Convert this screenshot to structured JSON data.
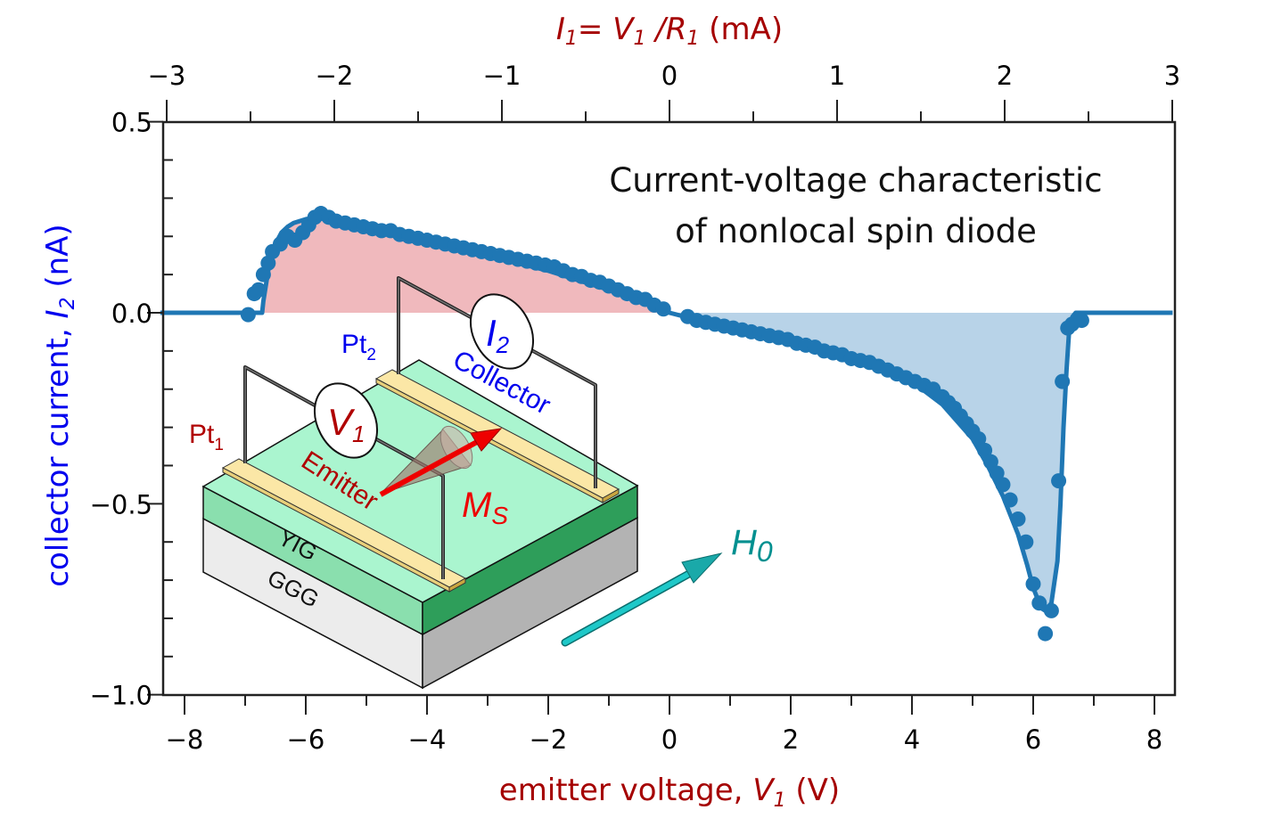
{
  "chart_data": {
    "type": "scatter",
    "title": [
      "Current-voltage characteristic",
      "of nonlocal spin diode"
    ],
    "xlabel": "emitter voltage, V1 (V)",
    "xlabel_parts": {
      "prefix": "emitter voltage, ",
      "var": "V",
      "sub": "1",
      "suffix": " (V)"
    },
    "ylabel": "collector current, I2 (nA)",
    "ylabel_parts": {
      "prefix": "collector current, ",
      "var": "I",
      "sub": "2",
      "suffix": " (nA)"
    },
    "top_xlabel": "I1= V1 /R1 (mA)",
    "top_xlabel_parts": {
      "v1": "I",
      "s1": "1",
      "eq": "= ",
      "v2": "V",
      "s2": "1",
      "slash": " /",
      "v3": "R",
      "s3": "1",
      "suffix": " (mA)"
    },
    "xlim": [
      -8.4,
      8.3
    ],
    "ylim": [
      -1.0,
      0.5
    ],
    "top_xlim": [
      -3.0,
      3.0
    ],
    "x_ticks": [
      -8,
      -6,
      -4,
      -2,
      0,
      2,
      4,
      6,
      8
    ],
    "x_tick_labels": [
      "−8",
      "−6",
      "−4",
      "−2",
      "0",
      "2",
      "4",
      "6",
      "8"
    ],
    "x_minor_ticks": [
      -7,
      -5,
      -3,
      -1,
      1,
      3,
      5,
      7
    ],
    "y_ticks": [
      0.5,
      0.0,
      -0.5,
      -1.0
    ],
    "y_tick_labels": [
      "0.5",
      "0.0",
      "−0.5",
      "−1.0"
    ],
    "y_minor_ticks": [
      0.4,
      0.3,
      0.2,
      0.1,
      -0.1,
      -0.2,
      -0.3,
      -0.4,
      -0.6,
      -0.7,
      -0.8,
      -0.9
    ],
    "top_ticks": [
      -3,
      -2,
      -1,
      0,
      1,
      2,
      3
    ],
    "top_tick_labels": [
      "−3",
      "−2",
      "−1",
      "0",
      "1",
      "2",
      "3"
    ],
    "top_minor_ticks": [
      -2.5,
      -1.5,
      -0.5,
      0.5,
      1.5,
      2.5
    ],
    "grid": false,
    "colors": {
      "data": "#1f77b4",
      "fill_positive": "#f0b9bd",
      "fill_negative": "#b8d3e8",
      "x_label": "#a50000",
      "y_label": "#0000ee"
    },
    "fit_curve": {
      "x": [
        -8.4,
        -6.72,
        -6.7,
        -6.65,
        -6.6,
        -6.5,
        -6.4,
        -6.3,
        -6.2,
        -6.1,
        -6.0,
        -5.9,
        -5.8,
        -5.5,
        -5.0,
        -4.5,
        -4.0,
        -3.5,
        -3.0,
        -2.5,
        -2.0,
        -1.5,
        -1.0,
        -0.5,
        0.0,
        0.5,
        1.0,
        1.5,
        2.0,
        2.5,
        3.0,
        3.5,
        4.0,
        4.5,
        5.0,
        5.25,
        5.5,
        5.75,
        5.9,
        6.0,
        6.1,
        6.15,
        6.2,
        6.3,
        6.4,
        6.45,
        6.5,
        6.55,
        6.6,
        6.65,
        6.7,
        8.3
      ],
      "y": [
        0.0,
        0.0,
        0.03,
        0.08,
        0.13,
        0.18,
        0.21,
        0.225,
        0.235,
        0.24,
        0.245,
        0.248,
        0.25,
        0.235,
        0.215,
        0.2,
        0.185,
        0.168,
        0.15,
        0.13,
        0.11,
        0.085,
        0.06,
        0.03,
        0.0,
        -0.02,
        -0.04,
        -0.055,
        -0.07,
        -0.09,
        -0.11,
        -0.14,
        -0.18,
        -0.24,
        -0.33,
        -0.4,
        -0.48,
        -0.58,
        -0.66,
        -0.72,
        -0.76,
        -0.775,
        -0.78,
        -0.76,
        -0.65,
        -0.5,
        -0.3,
        -0.15,
        -0.03,
        -0.01,
        0.0,
        0.0
      ]
    },
    "points": {
      "x": [
        -6.95,
        -6.85,
        -6.78,
        -6.7,
        -6.62,
        -6.55,
        -6.42,
        -6.3,
        -6.18,
        -6.05,
        -5.95,
        -5.85,
        -5.75,
        -5.62,
        -5.5,
        -5.35,
        -5.2,
        -5.05,
        -4.9,
        -4.75,
        -4.6,
        -4.45,
        -4.3,
        -4.15,
        -4.0,
        -3.85,
        -3.7,
        -3.55,
        -3.4,
        -3.25,
        -3.1,
        -2.95,
        -2.8,
        -2.65,
        -2.5,
        -2.35,
        -2.2,
        -2.05,
        -1.9,
        -1.75,
        -1.6,
        -1.45,
        -1.3,
        -1.15,
        -1.0,
        -0.85,
        -0.7,
        -0.55,
        -0.4,
        -0.25,
        -0.1,
        0.3,
        0.45,
        0.6,
        0.75,
        0.9,
        1.05,
        1.2,
        1.35,
        1.5,
        1.65,
        1.8,
        1.95,
        2.1,
        2.25,
        2.4,
        2.55,
        2.7,
        2.85,
        3.0,
        3.15,
        3.3,
        3.45,
        3.6,
        3.75,
        3.9,
        4.05,
        4.2,
        4.35,
        4.5,
        4.6,
        4.7,
        4.8,
        4.9,
        5.0,
        5.1,
        5.2,
        5.3,
        5.4,
        5.5,
        5.62,
        5.75,
        5.88,
        6.0,
        6.1,
        6.2,
        6.3,
        6.42,
        6.48,
        6.57,
        6.64,
        6.72,
        6.8
      ],
      "y": [
        -0.005,
        0.05,
        0.06,
        0.1,
        0.13,
        0.16,
        0.18,
        0.2,
        0.19,
        0.21,
        0.23,
        0.25,
        0.26,
        0.25,
        0.24,
        0.235,
        0.23,
        0.225,
        0.22,
        0.215,
        0.215,
        0.205,
        0.2,
        0.195,
        0.19,
        0.185,
        0.18,
        0.175,
        0.17,
        0.165,
        0.16,
        0.155,
        0.15,
        0.145,
        0.14,
        0.135,
        0.13,
        0.125,
        0.12,
        0.11,
        0.1,
        0.095,
        0.085,
        0.08,
        0.07,
        0.06,
        0.05,
        0.04,
        0.035,
        0.02,
        0.01,
        -0.01,
        -0.02,
        -0.025,
        -0.03,
        -0.035,
        -0.04,
        -0.045,
        -0.05,
        -0.055,
        -0.06,
        -0.065,
        -0.07,
        -0.08,
        -0.085,
        -0.09,
        -0.1,
        -0.105,
        -0.11,
        -0.12,
        -0.125,
        -0.13,
        -0.14,
        -0.15,
        -0.16,
        -0.17,
        -0.18,
        -0.19,
        -0.2,
        -0.22,
        -0.235,
        -0.25,
        -0.27,
        -0.29,
        -0.31,
        -0.33,
        -0.36,
        -0.39,
        -0.42,
        -0.45,
        -0.49,
        -0.54,
        -0.6,
        -0.71,
        -0.76,
        -0.84,
        -0.78,
        -0.44,
        -0.18,
        -0.04,
        -0.03,
        -0.02,
        -0.02
      ]
    }
  },
  "inset": {
    "pt1_label": "Pt",
    "pt1_sub": "1",
    "pt2_label": "Pt",
    "pt2_sub": "2",
    "v1_label": "V",
    "v1_sub": "1",
    "i2_label": "I",
    "i2_sub": "2",
    "collector_label": "Collector",
    "emitter_label": "Emitter",
    "ms_label": "M",
    "ms_sub": "S",
    "yig_label": "YIG",
    "ggg_label": "GGG",
    "h0_label": "H",
    "h0_sub": "0",
    "colors": {
      "red_label": "#b00000",
      "blue_label": "#0000ee",
      "ms": "#ee0000",
      "h0": "#009090",
      "h0_arrow": "#1ec8c8",
      "yig_top": "#aaf5cf",
      "yig_side_left": "#8adfae",
      "yig_side_right": "#2e9e5a",
      "ggg_left": "#ececec",
      "ggg_right": "#b3b3b3",
      "pt_strip": "#fbe7a6"
    }
  }
}
